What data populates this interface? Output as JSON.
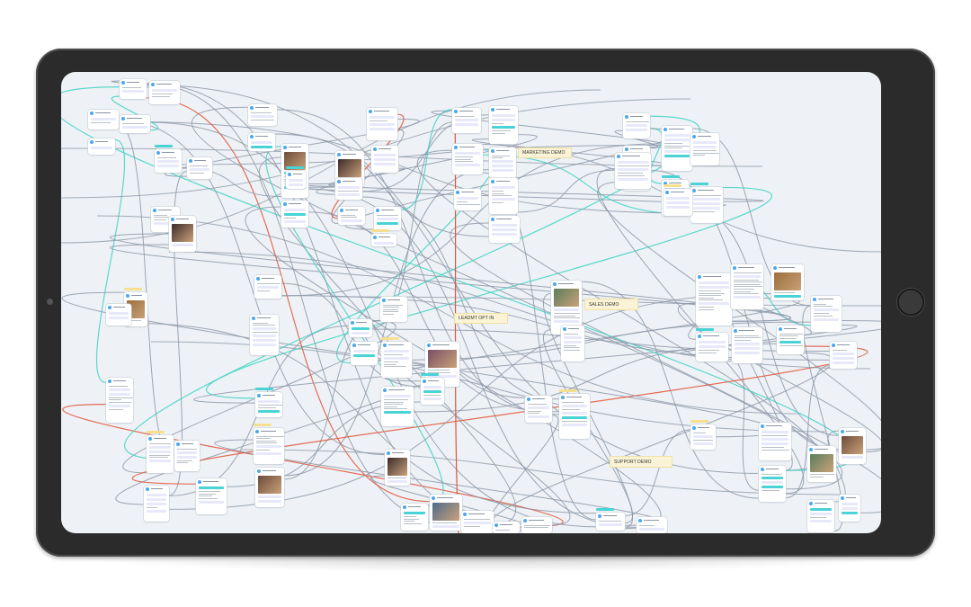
{
  "device": {
    "type": "tablet",
    "orientation": "landscape",
    "frame_color": "#2b2b2b"
  },
  "canvas": {
    "background": "#eef2f6",
    "connector_colors": {
      "default": "#8d98a8",
      "accent_teal": "#3fd3c2",
      "accent_red": "#e2553a"
    },
    "labels": {
      "marketing_demo": "MARKETING DEMO",
      "sales_demo": "SALES DEMO",
      "support_demo": "SUPPORT DEMO",
      "lead_capture": "LEADMT OPT IN"
    }
  },
  "colors": {
    "node_header_dot": "#4aa8f0",
    "node_bar": "#e7e9fb",
    "node_bar_accent": "#49d3d6",
    "note_bg": "#fbf3d6"
  }
}
